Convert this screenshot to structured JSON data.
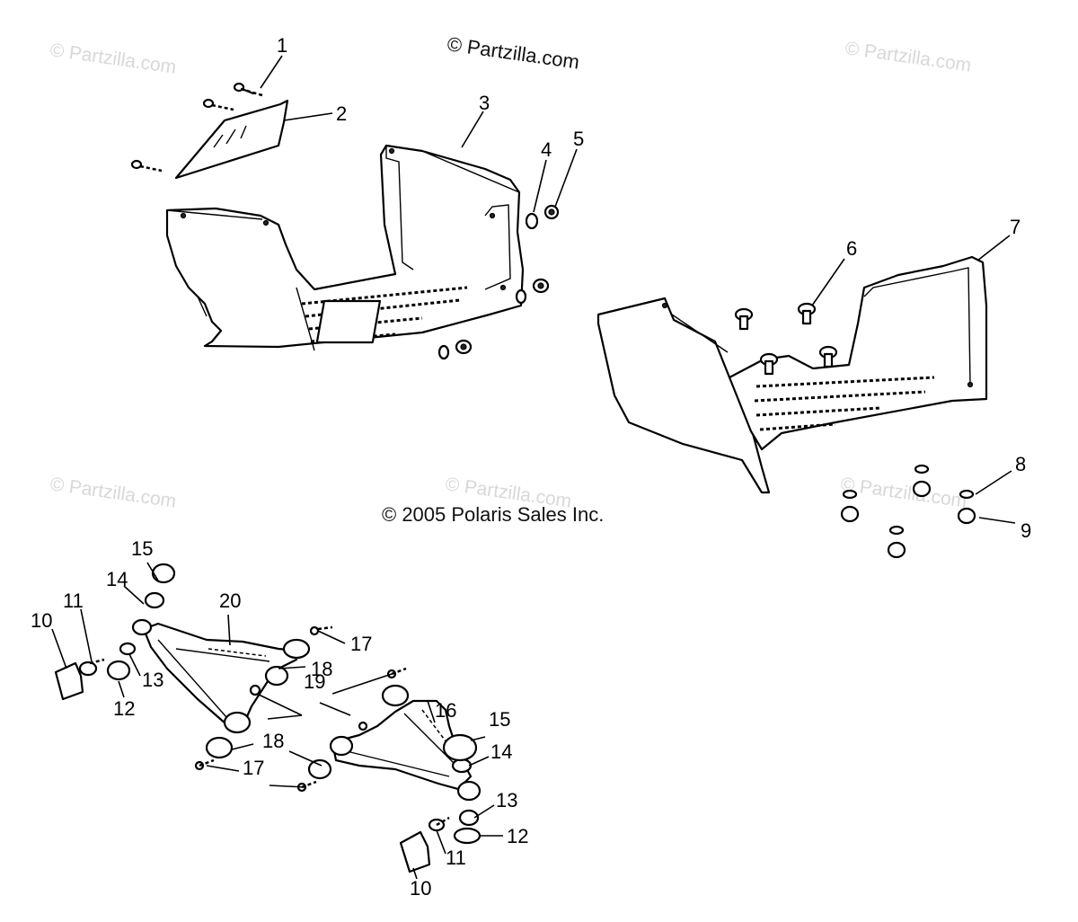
{
  "watermarks": {
    "top_center": "© Partzilla.com",
    "faint": "© Partzilla.com"
  },
  "copyright": "© 2005 Polaris Sales Inc.",
  "callouts": {
    "c1": "1",
    "c2": "2",
    "c3": "3",
    "c4": "4",
    "c5": "5",
    "c6": "6",
    "c7": "7",
    "c8": "8",
    "c9": "9",
    "c10a": "10",
    "c11a": "11",
    "c12a": "12",
    "c13a": "13",
    "c14a": "14",
    "c15a": "15",
    "c16": "16",
    "c17a": "17",
    "c17b": "17",
    "c18a": "18",
    "c18b": "18",
    "c19": "19",
    "c20": "20",
    "c10b": "10",
    "c11b": "11",
    "c12b": "12",
    "c13b": "13",
    "c14b": "14",
    "c15b": "15"
  }
}
